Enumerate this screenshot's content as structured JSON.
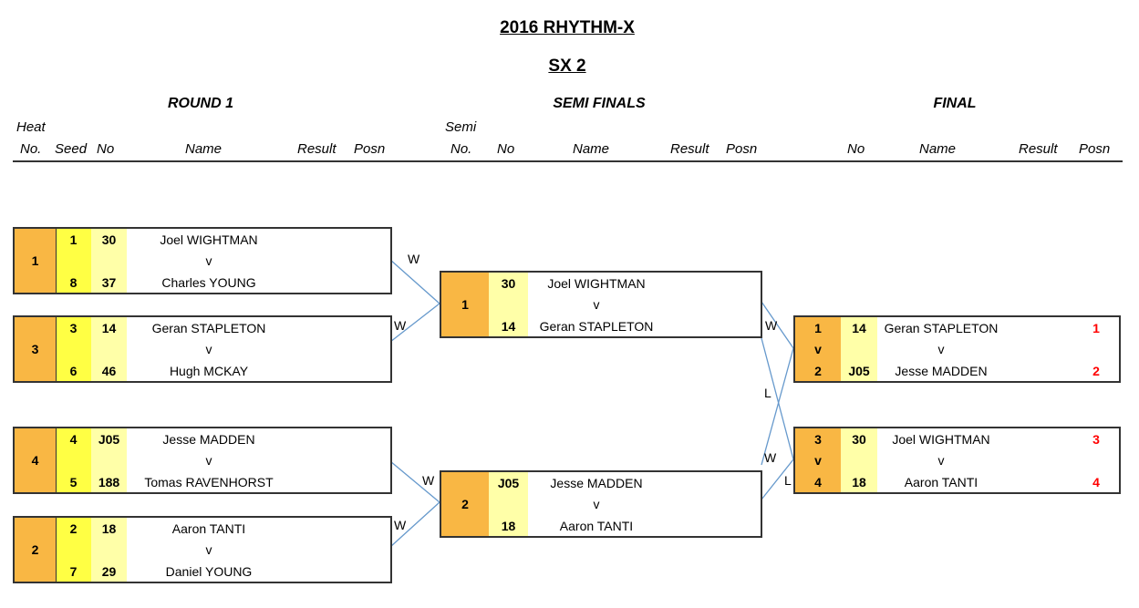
{
  "title": "2016 RHYTHM-X",
  "subtitle": "SX 2",
  "rounds": {
    "round1": {
      "heading": "ROUND 1",
      "columns": {
        "heat_top": "Heat",
        "heat": "No.",
        "seed": "Seed",
        "no": "No",
        "name": "Name",
        "result": "Result",
        "posn": "Posn"
      },
      "heats": [
        {
          "heat": "1",
          "riders": [
            {
              "seed": "1",
              "no": "30",
              "name": "Joel WIGHTMAN"
            },
            {
              "seed": "8",
              "no": "37",
              "name": "Charles YOUNG"
            }
          ],
          "vs": "v",
          "advance_label": "W"
        },
        {
          "heat": "3",
          "riders": [
            {
              "seed": "3",
              "no": "14",
              "name": "Geran STAPLETON"
            },
            {
              "seed": "6",
              "no": "46",
              "name": "Hugh MCKAY"
            }
          ],
          "vs": "v",
          "advance_label": "W"
        },
        {
          "heat": "4",
          "riders": [
            {
              "seed": "4",
              "no": "J05",
              "name": "Jesse MADDEN"
            },
            {
              "seed": "5",
              "no": "188",
              "name": "Tomas RAVENHORST"
            }
          ],
          "vs": "v",
          "advance_label": "W"
        },
        {
          "heat": "2",
          "riders": [
            {
              "seed": "2",
              "no": "18",
              "name": "Aaron TANTI"
            },
            {
              "seed": "7",
              "no": "29",
              "name": "Daniel YOUNG"
            }
          ],
          "vs": "v",
          "advance_label": "W"
        }
      ]
    },
    "semis": {
      "heading": "SEMI FINALS",
      "columns": {
        "semi_top": "Semi",
        "semi": "No.",
        "no": "No",
        "name": "Name",
        "result": "Result",
        "posn": "Posn"
      },
      "heats": [
        {
          "semi": "1",
          "riders": [
            {
              "no": "30",
              "name": "Joel WIGHTMAN"
            },
            {
              "no": "14",
              "name": "Geran STAPLETON"
            }
          ],
          "vs": "v",
          "winner_label": "W",
          "loser_label": "L"
        },
        {
          "semi": "2",
          "riders": [
            {
              "no": "J05",
              "name": "Jesse MADDEN"
            },
            {
              "no": "18",
              "name": "Aaron TANTI"
            }
          ],
          "vs": "v",
          "winner_label": "W",
          "loser_label": "L"
        }
      ]
    },
    "final": {
      "heading": "FINAL",
      "columns": {
        "no": "No",
        "name": "Name",
        "result": "Result",
        "posn": "Posn"
      },
      "heats": [
        {
          "riders": [
            {
              "place": "1",
              "no": "14",
              "name": "Geran STAPLETON",
              "posn": "1"
            },
            {
              "place": "2",
              "no": "J05",
              "name": "Jesse MADDEN",
              "posn": "2"
            }
          ],
          "vs": "v"
        },
        {
          "riders": [
            {
              "place": "3",
              "no": "30",
              "name": "Joel WIGHTMAN",
              "posn": "3"
            },
            {
              "place": "4",
              "no": "18",
              "name": "Aaron TANTI",
              "posn": "4"
            }
          ],
          "vs": "v"
        }
      ]
    }
  },
  "colors": {
    "heat_cell": "#F9B744",
    "seed_cell": "#FFFF44",
    "number_cell": "#FFFFA8",
    "connector": "#6699CC",
    "position": "#FF0000"
  }
}
